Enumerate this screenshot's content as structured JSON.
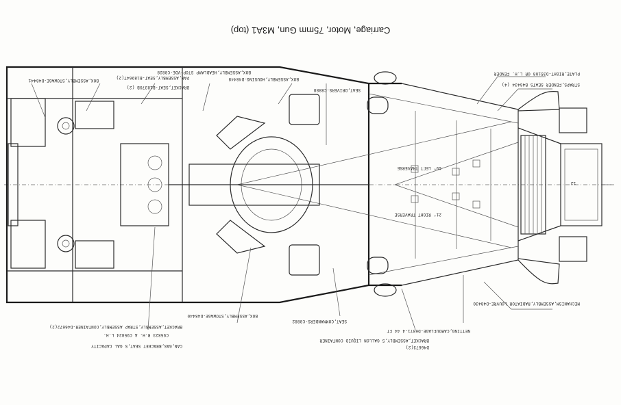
{
  "title": "Carriage, Motor, 75mm Gun, M3A1 (top)",
  "callouts": {
    "fender_plate": "PLATE,RIGHT-D35108 OR L.H. FENDER",
    "straps_fender": "STRAPS,FENDER SEATS B46434 (4)",
    "seat_drivers": "SEAT,DRIVERS-C8888",
    "box_housing": "BOX,ASSEMBLY,HOUSING-D48448",
    "box_clamp": "BOX,ASSEMBLY,HEADLAMP STOP-VDE-C8828",
    "pan_seat": "PAN,ASSEMBLY,SEAT-B18964T(2)",
    "bracket_seat": "BRACKET,SEAT-B18370B (2)",
    "box_stowage_top": "BOX,ASSEMBLY,STOWAGE-D48441",
    "traverse_left": "19° LEFT TRAVERSE",
    "traverse_right": "21° RIGHT TRAVERSE",
    "num_12": "12",
    "mechanism_louvre": "MECHANISM,ASSEMBLY,RADIATOR LOUVRE-D48430",
    "netting": "NETTING,CAMOUFLAGE-D6871-4 44 FT",
    "bracket_container": "BRACKET,ASSEMBLY,5 GALLON LIQUID CONTAINER",
    "bracket_container_num": "D46673(2)",
    "seat_commanders": "SEAT,COMMANDERS-C8882",
    "box_stowage_bottom": "BOX,ASSEMBLY,STOWAGE-D48440",
    "bracket_strap": "BRACKET,ASSEMBLY,STRAP ASSEMBLY,CONTAINER-D46672(2)",
    "bracket_lh": "C95823 R.H. & C95824 L.H.",
    "can_gas": "CAN,GAS,BRACKET SEAT,S GAL CAPACITY"
  }
}
